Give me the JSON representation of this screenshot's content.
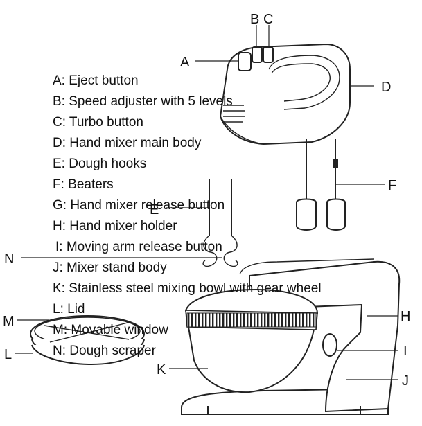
{
  "legend": [
    {
      "letter": "A",
      "text": "A: Eject button"
    },
    {
      "letter": "B",
      "text": "B: Speed adjuster with 5 levels"
    },
    {
      "letter": "C",
      "text": "C: Turbo button"
    },
    {
      "letter": "D",
      "text": "D: Hand mixer main body"
    },
    {
      "letter": "E",
      "text": "E: Dough hooks"
    },
    {
      "letter": "F",
      "text": "F: Beaters"
    },
    {
      "letter": "G",
      "text": "G: Hand mixer release button"
    },
    {
      "letter": "H",
      "text": "H: Hand mixer holder"
    },
    {
      "letter": "I",
      "text": "I: Moving arm release button"
    },
    {
      "letter": "J",
      "text": "J: Mixer stand body"
    },
    {
      "letter": "K",
      "text": "K: Stainless steel mixing bowl with gear wheel"
    },
    {
      "letter": "L",
      "text": "L: Lid"
    },
    {
      "letter": "M",
      "text": "M: Movable window"
    },
    {
      "letter": "N",
      "text": "N: Dough scraper"
    }
  ],
  "callouts": {
    "A": "A",
    "B": "B",
    "C": "C",
    "D": "D",
    "E": "E",
    "F": "F",
    "H": "H",
    "I": "I",
    "J": "J",
    "K": "K",
    "L": "L",
    "M": "M",
    "N": "N"
  }
}
